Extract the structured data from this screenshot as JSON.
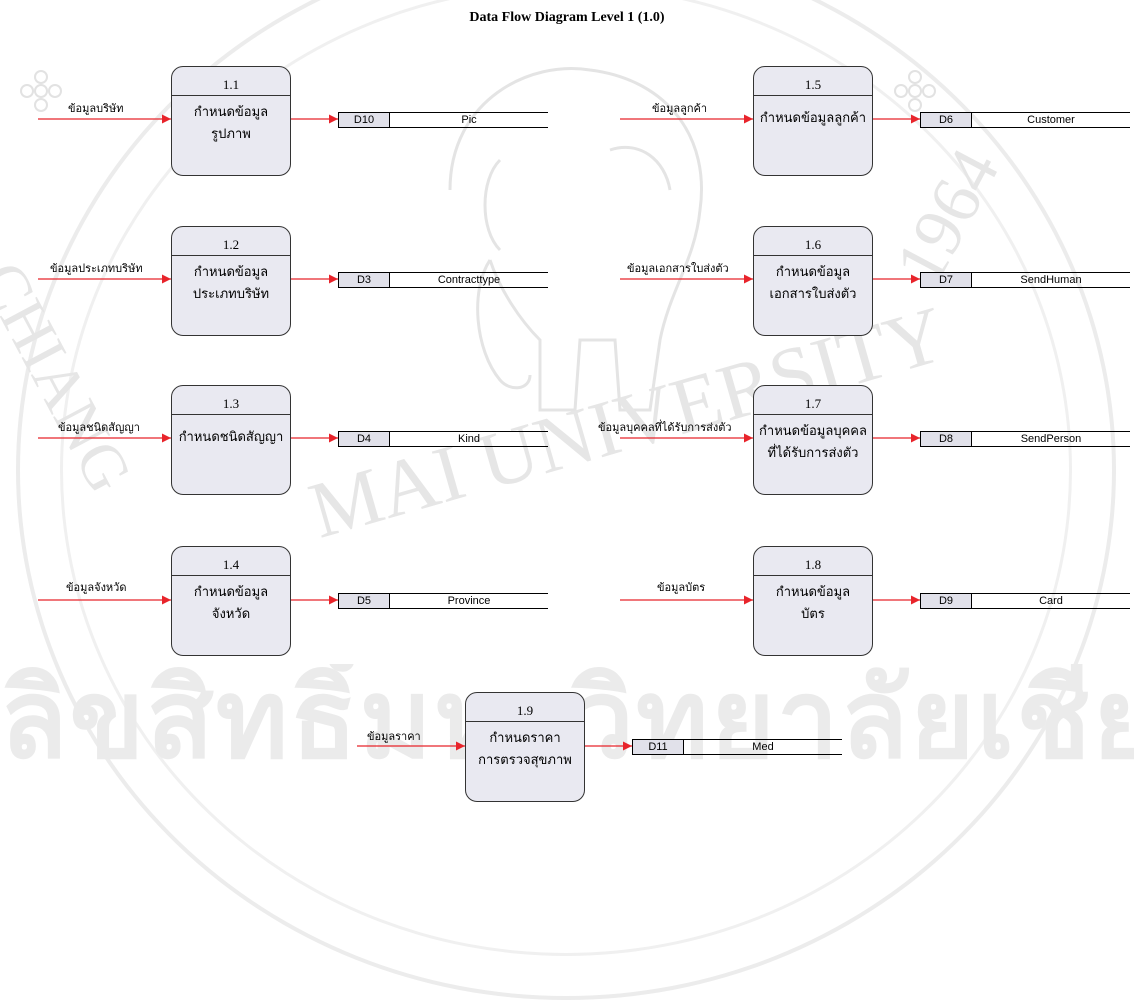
{
  "title": "Data Flow Diagram Level 1 (1.0)",
  "watermark": {
    "text_left": "CHIANG",
    "text_mid": "MAI UNIVERSITY",
    "text_year": "1964",
    "thai_banner": "ลิขสิทธิ์มหาวิทยาลัยเชียงใหม่"
  },
  "processes": [
    {
      "id": "1.1",
      "name": "กำหนดข้อมูล\nรูปภาพ"
    },
    {
      "id": "1.2",
      "name": "กำหนดข้อมูล\nประเภทบริษัท"
    },
    {
      "id": "1.3",
      "name": "กำหนดชนิดสัญญา"
    },
    {
      "id": "1.4",
      "name": "กำหนดข้อมูล\nจังหวัด"
    },
    {
      "id": "1.5",
      "name": "กำหนดข้อมูลลูกค้า"
    },
    {
      "id": "1.6",
      "name": "กำหนดข้อมูล\nเอกสารใบส่งตัว"
    },
    {
      "id": "1.7",
      "name": "กำหนดข้อมูลบุคคล\nที่ได้รับการส่งตัว"
    },
    {
      "id": "1.8",
      "name": "กำหนดข้อมูล\nบัตร"
    },
    {
      "id": "1.9",
      "name": "กำหนดราคา\nการตรวจสุขภาพ"
    }
  ],
  "stores": [
    {
      "id": "D10",
      "name": "Pic"
    },
    {
      "id": "D3",
      "name": "Contracttype"
    },
    {
      "id": "D4",
      "name": "Kind"
    },
    {
      "id": "D5",
      "name": "Province"
    },
    {
      "id": "D6",
      "name": "Customer"
    },
    {
      "id": "D7",
      "name": "SendHuman"
    },
    {
      "id": "D8",
      "name": "SendPerson"
    },
    {
      "id": "D9",
      "name": "Card"
    },
    {
      "id": "D11",
      "name": "Med"
    }
  ],
  "flows": [
    "ข้อมูลบริษัท",
    "ข้อมูลประเภทบริษัท",
    "ข้อมูลชนิดสัญญา",
    "ข้อมูลจังหวัด",
    "ข้อมูลลูกค้า",
    "ข้อมูลเอกสารใบส่งตัว",
    "ข้อมูลบุคคลที่ได้รับการส่งตัว",
    "ข้อมูลบัตร",
    "ข้อมูลราคา"
  ],
  "colors": {
    "arrow": "#e8242b",
    "process_fill": "#e9e9f1",
    "store_id_fill": "#e1e1ea"
  }
}
